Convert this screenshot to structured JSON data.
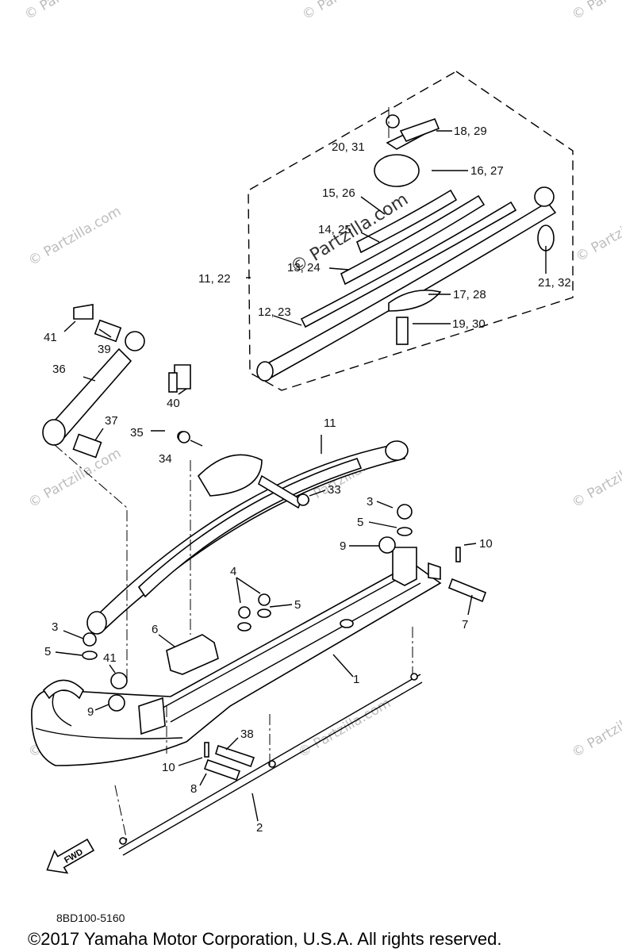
{
  "watermark_text": "© Partzilla.com",
  "callouts": {
    "c1": "1",
    "c2": "2",
    "c3a": "3",
    "c3b": "3",
    "c4": "4",
    "c5a": "5",
    "c5b": "5",
    "c5c": "5",
    "c6": "6",
    "c7": "7",
    "c8": "8",
    "c9a": "9",
    "c9b": "9",
    "c10a": "10",
    "c10b": "10",
    "c11": "11",
    "c11_22": "11, 22",
    "c12_23": "12, 23",
    "c13_24": "13, 24",
    "c14_25": "14, 25",
    "c15_26": "15, 26",
    "c16_27": "16, 27",
    "c17_28": "17, 28",
    "c18_29": "18, 29",
    "c19_30": "19, 30",
    "c20_31": "20, 31",
    "c21_32": "21, 32",
    "c33": "33",
    "c34": "34",
    "c35": "35",
    "c36": "36",
    "c37": "37",
    "c38": "38",
    "c39": "39",
    "c40": "40",
    "c41a": "41",
    "c41b": "41"
  },
  "fwd_label": "FWD",
  "diagram_code": "8BD100-5160",
  "copyright": "©2017 Yamaha Motor Corporation, U.S.A. All rights reserved."
}
